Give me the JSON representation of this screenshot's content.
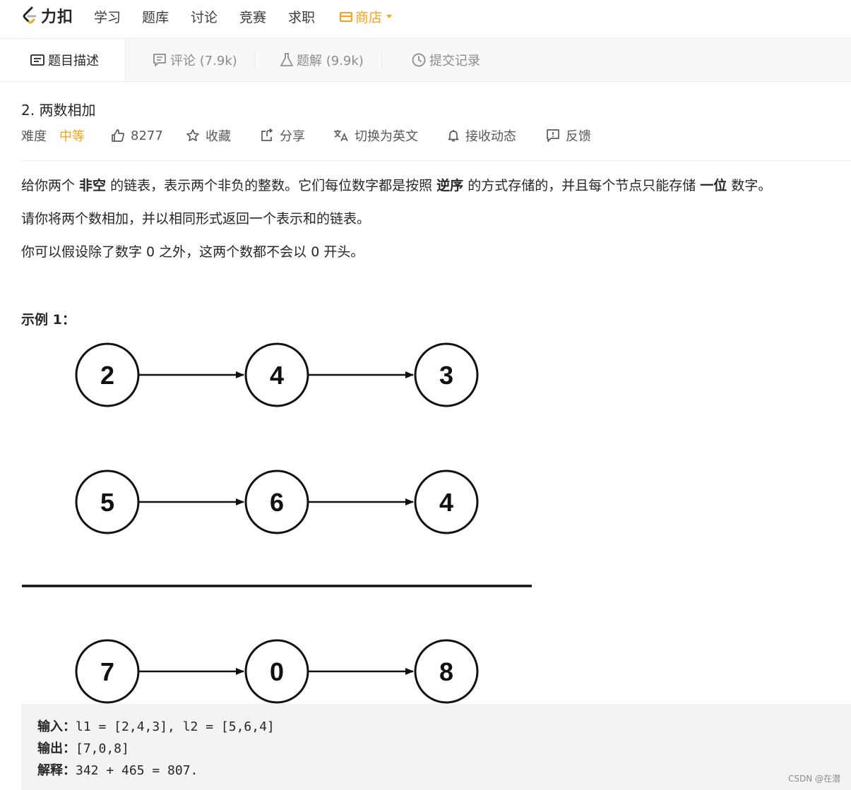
{
  "nav": {
    "logo_text": "力扣",
    "items": [
      "学习",
      "题库",
      "讨论",
      "竞赛",
      "求职"
    ],
    "shop": "商店"
  },
  "tabs": [
    {
      "label": "题目描述",
      "icon": "description-icon"
    },
    {
      "label": "评论 (7.9k)",
      "icon": "comment-icon"
    },
    {
      "label": "题解 (9.9k)",
      "icon": "flask-icon"
    },
    {
      "label": "提交记录",
      "icon": "clock-icon"
    }
  ],
  "problem": {
    "title": "2. 两数相加",
    "difficulty_label": "难度",
    "difficulty": "中等",
    "likes": "8277",
    "favorite": "收藏",
    "share": "分享",
    "switch_lang": "切换为英文",
    "subscribe": "接收动态",
    "feedback": "反馈"
  },
  "description": {
    "p1_a": "给你两个 ",
    "p1_b": "非空",
    "p1_c": " 的链表，表示两个非负的整数。它们每位数字都是按照 ",
    "p1_d": "逆序",
    "p1_e": " 的方式存储的，并且每个节点只能存储 ",
    "p1_f": "一位",
    "p1_g": " 数字。",
    "p2": "请你将两个数相加，并以相同形式返回一个表示和的链表。",
    "p3": "你可以假设除了数字 0 之外，这两个数都不会以 0 开头。"
  },
  "example": {
    "title": "示例 1：",
    "list1": [
      "2",
      "4",
      "3"
    ],
    "list2": [
      "5",
      "6",
      "4"
    ],
    "result": [
      "7",
      "0",
      "8"
    ],
    "input_label": "输入：",
    "input_value": "l1 = [2,4,3], l2 = [5,6,4]",
    "output_label": "输出：",
    "output_value": "[7,0,8]",
    "explain_label": "解释：",
    "explain_value": "342 + 465 = 807."
  },
  "watermark": "CSDN @在潜",
  "colors": {
    "accent": "#ffa116",
    "text": "#262626",
    "muted": "#8c8c8c",
    "code_bg": "#f2f3f5"
  }
}
